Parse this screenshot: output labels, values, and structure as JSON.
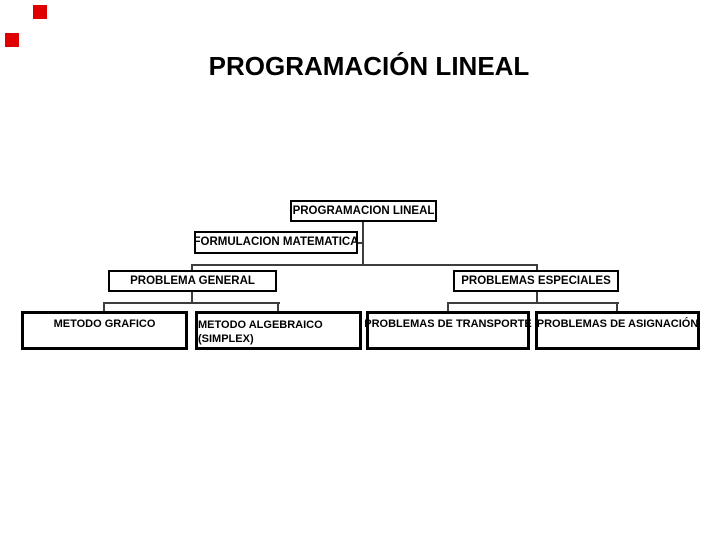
{
  "slide": {
    "title": "PROGRAMACIÓN LINEAL",
    "background_color": "#ffffff",
    "text_color": "#000000",
    "connector_color": "#3d3d3d",
    "decoration": {
      "squares_color": "#e00000"
    }
  },
  "diagram": {
    "type": "org-chart",
    "nodes": [
      {
        "label": "PROGRAMACION LINEAL",
        "level": 1,
        "parent": null
      },
      {
        "label": "FORMULACION MATEMATICA",
        "level": 2,
        "parent": "PROGRAMACION LINEAL"
      },
      {
        "label": "PROBLEMA GENERAL",
        "level": 3,
        "parent": "FORMULACION MATEMATICA"
      },
      {
        "label": "PROBLEMAS ESPECIALES",
        "level": 3,
        "parent": "FORMULACION MATEMATICA"
      },
      {
        "label": "METODO GRAFICO",
        "level": 4,
        "parent": "PROBLEMA GENERAL"
      },
      {
        "label": "METODO ALGEBRAICO (SIMPLEX)",
        "line1": "METODO ALGEBRAICO",
        "line2": "(SIMPLEX)",
        "level": 4,
        "parent": "PROBLEMA GENERAL"
      },
      {
        "label": "PROBLEMAS DE TRANSPORTE",
        "level": 4,
        "parent": "PROBLEMAS ESPECIALES"
      },
      {
        "label": "PROBLEMAS DE ASIGNACIÓN",
        "level": 4,
        "parent": "PROBLEMAS ESPECIALES"
      }
    ]
  }
}
